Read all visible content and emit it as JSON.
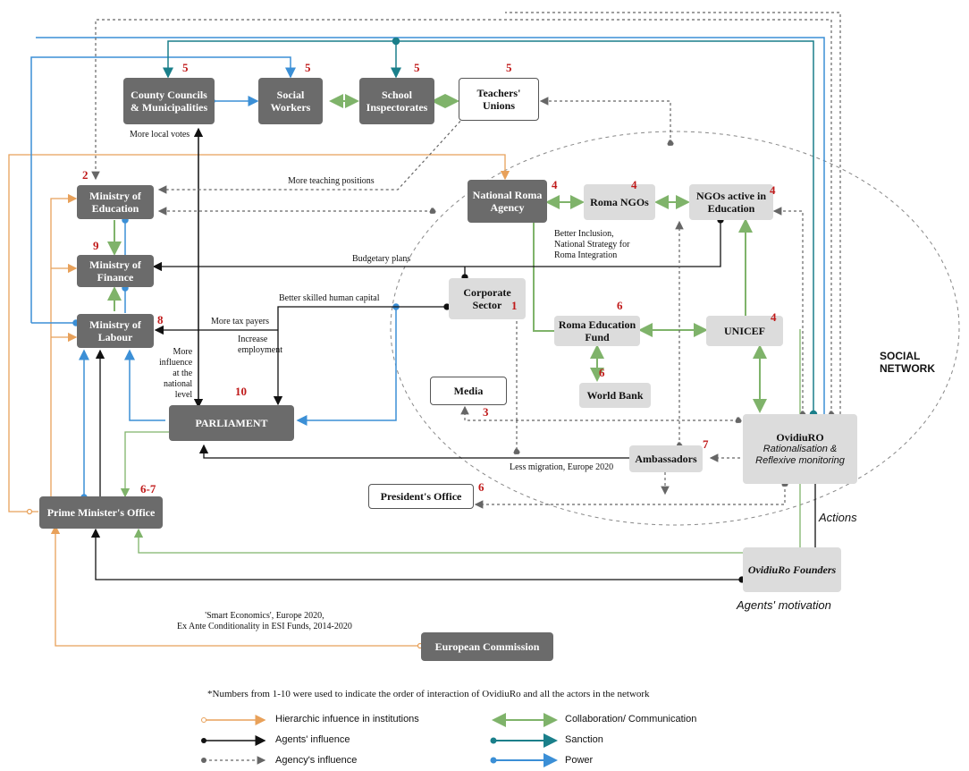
{
  "colors": {
    "hierarchic": "#e8a15a",
    "agents": "#111111",
    "agency": "#666666",
    "collaboration": "#7fb36a",
    "sanction": "#1a7f8a",
    "power": "#3b8fd6"
  },
  "nodes": {
    "county": "County Councils\n& Municipalities",
    "social_workers": "Social\nWorkers",
    "school_insp": "School\nInspectorates",
    "teachers": "Teachers'\nUnions",
    "min_edu": "Ministry of\nEducation",
    "min_fin": "Ministry of\nFinance",
    "min_lab": "Ministry of\nLabour",
    "national_roma": "National Roma\nAgency",
    "roma_ngos": "Roma NGOs",
    "ngos_edu": "NGOs active in\nEducation",
    "corporate": "Corporate\nSector",
    "ref": "Roma Education\nFund",
    "unicef": "UNICEF",
    "world_bank": "World Bank",
    "media": "Media",
    "parliament": "PARLIAMENT",
    "ovidiuro_title": "OvidiuRO",
    "ovidiuro_sub": "Rationalisation &\nReflexive monitoring",
    "ambassadors": "Ambassadors",
    "presidents": "President's Office",
    "pmo": "Prime Minister's Office",
    "founders": "OvidiuRo Founders",
    "ec": "European Commission"
  },
  "numbers": {
    "county": "5",
    "social": "5",
    "school": "5",
    "teachers": "5",
    "min_edu": "2",
    "min_fin": "9",
    "min_lab": "8",
    "national_roma": "4",
    "roma_ngos": "4",
    "ngos_edu": "4",
    "corporate": "1",
    "ref": "6",
    "unicef": "4",
    "world_bank": "6",
    "media": "3",
    "parliament": "10",
    "ambassadors": "7",
    "presidents": "6",
    "pmo": "6-7"
  },
  "labels": {
    "more_local_votes": "More local votes",
    "more_teaching": "More teaching positions",
    "better_inclusion": "Better Inclusion,\nNational Strategy for\nRoma Integration",
    "budgetary": "Budgetary plans",
    "better_skilled": "Better skilled human capital",
    "more_tax": "More tax payers",
    "increase_emp": "Increase\nemployment",
    "more_influence": "More\ninfluence\nat the\nnational\nlevel",
    "less_migration": "Less migration, Europe 2020",
    "smart_econ": "'Smart Economics', Europe 2020,\nEx Ante Conditionality in ESI Funds, 2014-2020",
    "actions": "Actions",
    "agents_motivation": "Agents' motivation",
    "social_network": "SOCIAL NETWORK"
  },
  "footnote": "*Numbers from 1-10 were used to indicate the order of interaction of OvidiuRo and all the actors in the network",
  "legend": [
    {
      "label": "Hierarchic infuence in institutions"
    },
    {
      "label": "Agents' influence"
    },
    {
      "label": "Agency's influence"
    },
    {
      "label": "Collaboration/ Communication"
    },
    {
      "label": "Sanction"
    },
    {
      "label": "Power"
    }
  ]
}
